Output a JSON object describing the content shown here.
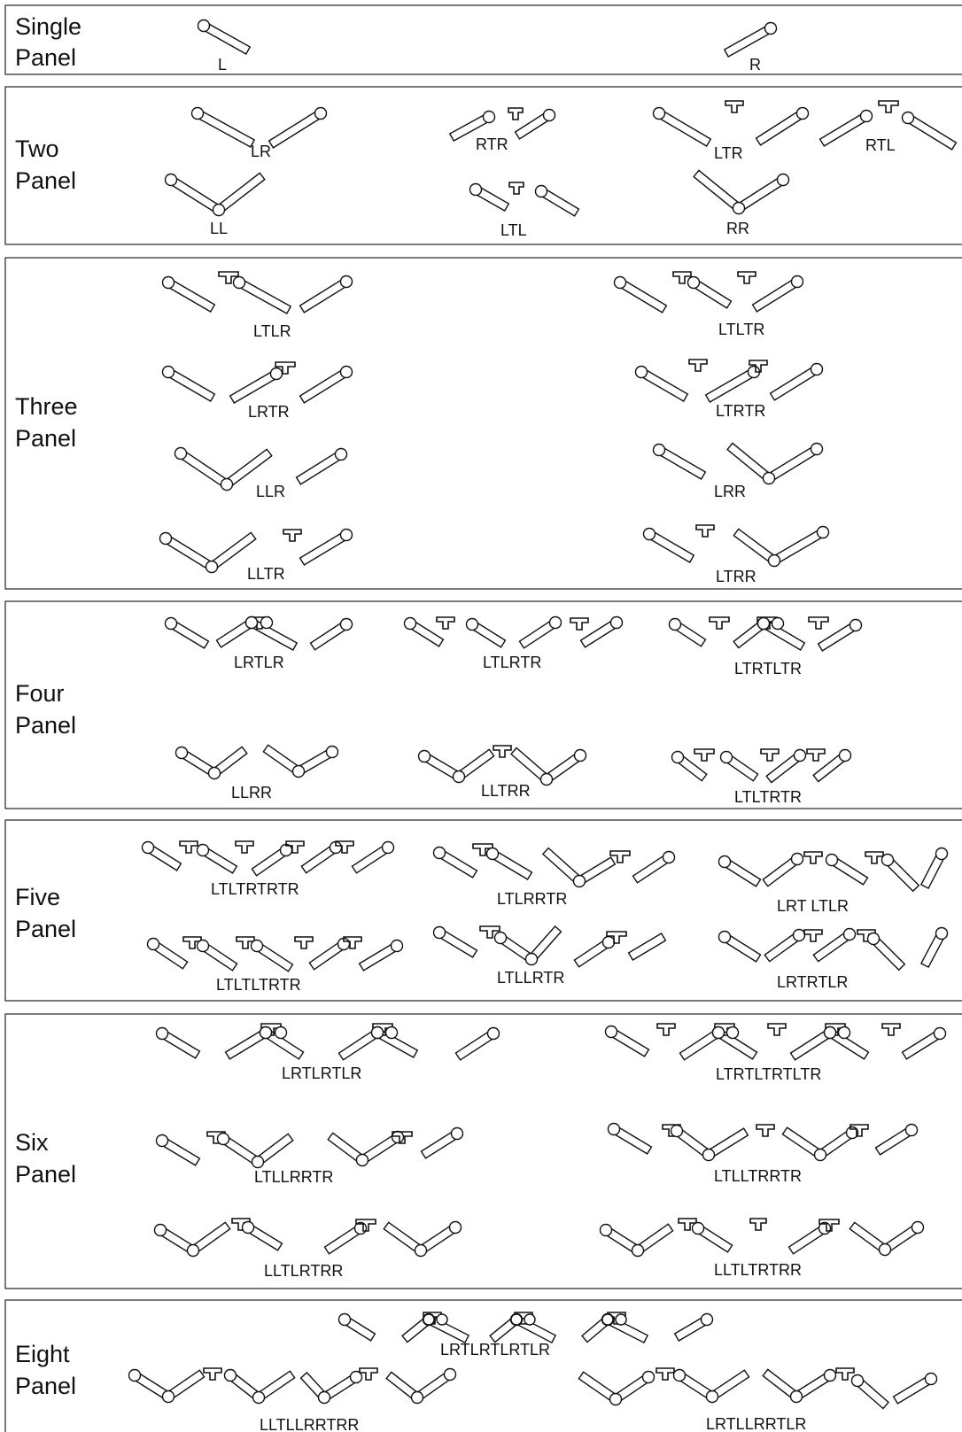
{
  "sections": [
    {
      "title": [
        "Single",
        "Panel"
      ],
      "configs": [
        "L",
        "R"
      ]
    },
    {
      "title": [
        "Two",
        "Panel"
      ],
      "configs": [
        "LR",
        "RTR",
        "LTR",
        "RTL",
        "LL",
        "LTL",
        "RR"
      ]
    },
    {
      "title": [
        "Three",
        "Panel"
      ],
      "configs": [
        "LTLR",
        "LTLTR",
        "LRTR",
        "LTRTR",
        "LLR",
        "LRR",
        "LLTR",
        "LTRR"
      ]
    },
    {
      "title": [
        "Four",
        "Panel"
      ],
      "configs": [
        "LRTLR",
        "LTLRTR",
        "LTRTLTR",
        "LLRR",
        "LLTRR",
        "LTLTRTR"
      ]
    },
    {
      "title": [
        "Five",
        "Panel"
      ],
      "configs": [
        "LTLTRTRTR",
        "LTLRRTR",
        "LRT LTLR",
        "LTLTLTRTR",
        "LTLLRTR",
        "LRTRTLR"
      ]
    },
    {
      "title": [
        "Six",
        "Panel"
      ],
      "configs": [
        "LRTLRTLR",
        "LTRTLTRTLTR",
        "LTLLRRTR",
        "LTLLTRRTR",
        "LLTLRTRR",
        "LLTLTRTRR"
      ]
    },
    {
      "title": [
        "Eight",
        "Panel"
      ],
      "configs": [
        "LRTLRTLRTLR",
        "LLTLLRRTRR",
        "LRTLLRRTLR"
      ]
    }
  ]
}
